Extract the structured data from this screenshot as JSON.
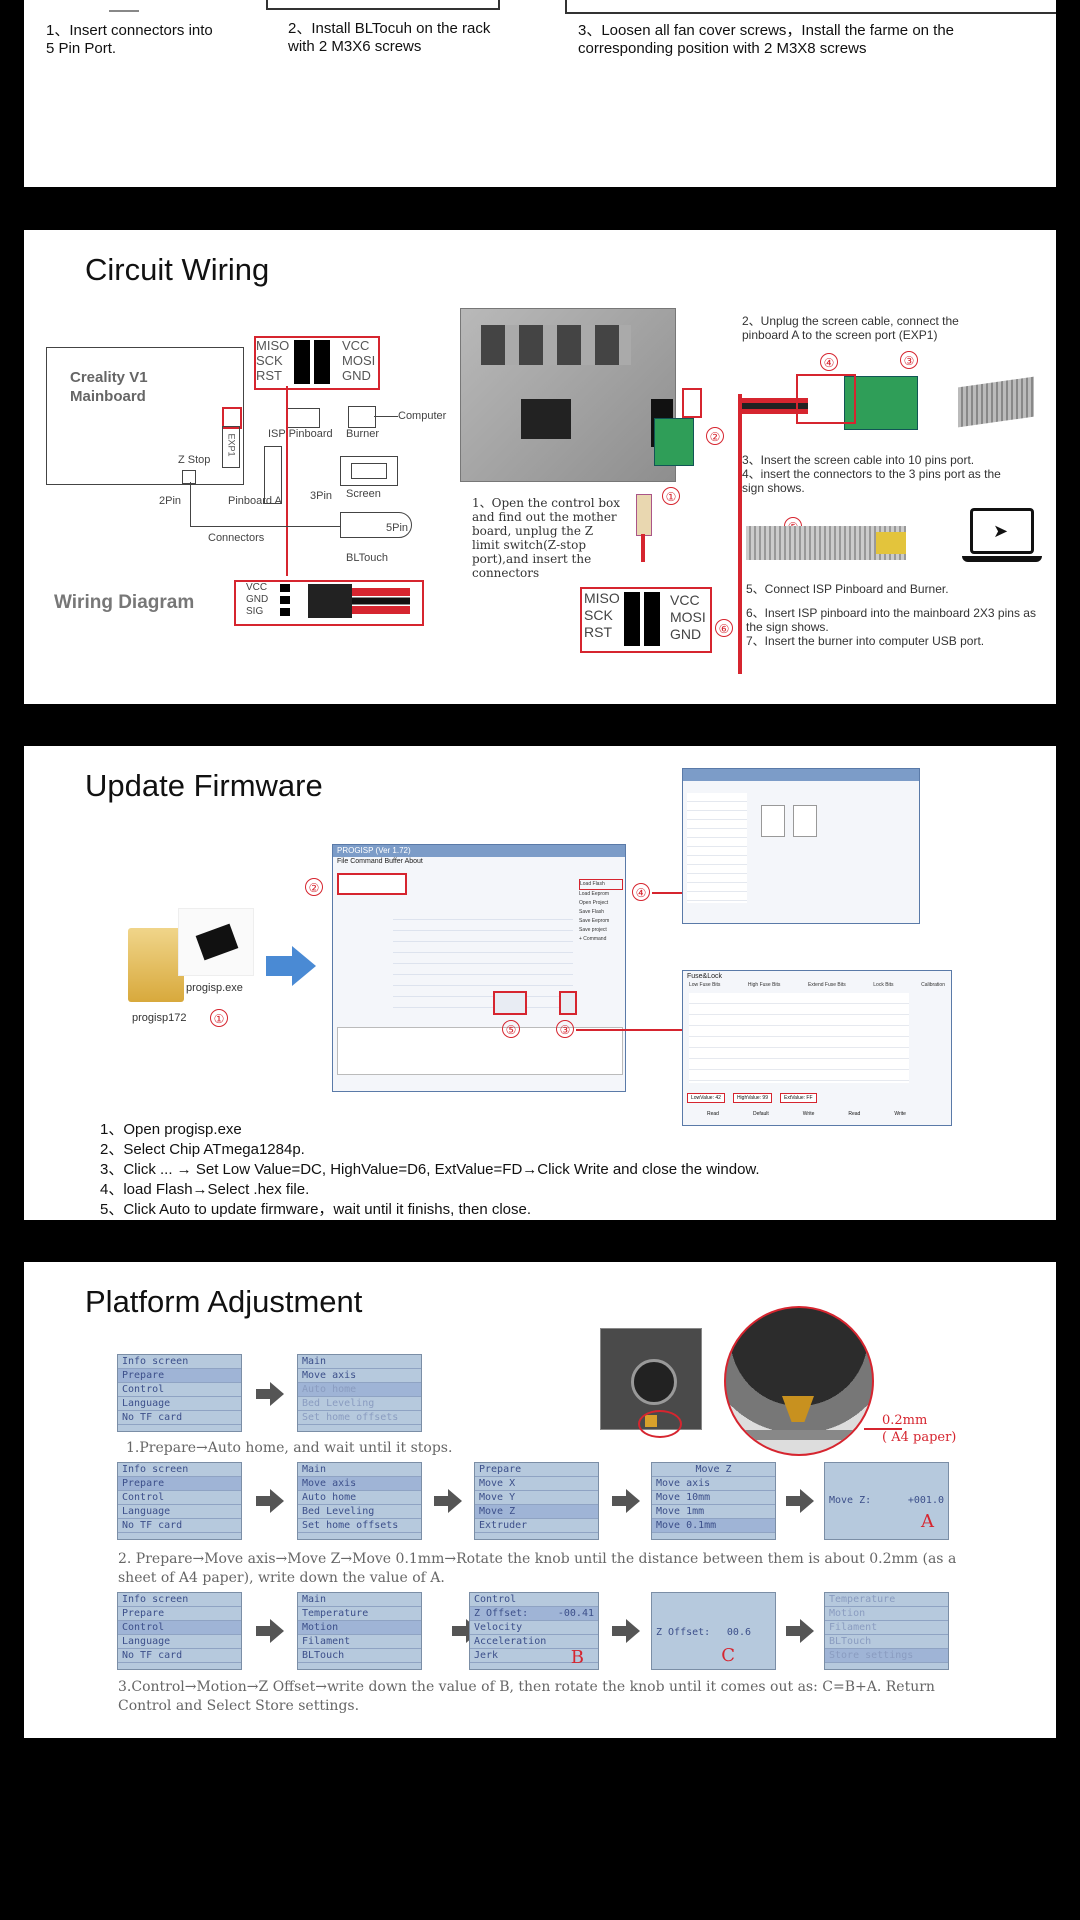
{
  "step1": {
    "s1": "1、Insert connectors into 5 Pin Port.",
    "s2": "2、Install BLTocuh on the rack with 2 M3X6 screws",
    "s3": "3、Loosen all fan cover screws，Install the farme on the corresponding position with  2 M3X8 screws"
  },
  "wiring": {
    "title": "Circuit Wiring",
    "mainboard": "Creality V1 Mainboard",
    "pins_left": [
      "MISO",
      "SCK",
      "RST"
    ],
    "pins_right": [
      "VCC",
      "MOSI",
      "GND"
    ],
    "exp1": "EXP1",
    "isp": "ISP Pinboard",
    "burner": "Burner",
    "computer": "Computer",
    "zstop": "Z Stop",
    "pin2": "2Pin",
    "pinboardA": "Pinboard A",
    "pin3": "3Pin",
    "screen": "Screen",
    "pin5": "5Pin",
    "connectors": "Connectors",
    "bltouch": "BLTouch",
    "diagram_label": "Wiring Diagram",
    "sensor_pins": [
      "VCC",
      "GND",
      "SIG"
    ],
    "note1": "1、Open the control box and find out the mother board, unplug the Z limit switch(Z-stop port),and insert the connectors",
    "note2": "2、Unplug the screen cable, connect the pinboard A to the screen port (EXP1)",
    "note34": "3、Insert the screen cable into 10 pins port.\n4、insert the connectors to the 3 pins port as the sign shows.",
    "note5": "5、Connect ISP Pinboard and Burner.",
    "note67": "6、Insert ISP pinboard into the mainboard 2X3 pins as the sign shows.\n7、Insert the burner into computer USB port.",
    "circles": [
      "①",
      "②",
      "③",
      "④",
      "⑤",
      "⑥"
    ]
  },
  "firmware": {
    "title": "Update Firmware",
    "exe": "progisp.exe",
    "folder": "progisp172",
    "win_title": "PROGISP (Ver 1.72)",
    "menu": "File   Command   Buffer   About",
    "buttons": [
      "Load Flash",
      "Load Eeprom",
      "Open Project",
      "Save Flash",
      "Save Eeprom",
      "Save project",
      "+ Command"
    ],
    "fuse_title": "Fuse&Lock",
    "fuse_headers": [
      "Low Fuse Bits",
      "High Fuse Bits",
      "Extend Fuse Bits",
      "Lock Bits",
      "Calibration"
    ],
    "fuse_values": [
      "LowValue: 42",
      "HighValue: 99",
      "ExtValue: FF"
    ],
    "fuse_btns": [
      "Read",
      "Default",
      "Write",
      "Read",
      "Write"
    ],
    "steps": [
      "1、Open progisp.exe",
      "2、Select Chip ATmega1284p.",
      "3、Click ... → Set Low Value=DC, HighValue=D6, ExtValue=FD→Click Write and close the window.",
      "4、load Flash→Select .hex file.",
      "5、Click Auto to update firmware，wait until it finishs, then close."
    ]
  },
  "platform": {
    "title": "Platform Adjustment",
    "menu_a": [
      "Info screen",
      "Prepare",
      "Control",
      "Language",
      "No TF card"
    ],
    "menu_prep": [
      "Main",
      "Move axis",
      "Auto home",
      "Bed Leveling",
      "Set home offsets"
    ],
    "menu_axis": [
      "Prepare",
      "Move X",
      "Move Y",
      "Move Z",
      "Extruder"
    ],
    "menu_movez_title": "Move Z",
    "menu_movez": [
      "Move axis",
      "Move 10mm",
      "Move 1mm",
      "Move 0.1mm"
    ],
    "movez_label": "Move Z:",
    "movez_value": "+001.0",
    "letter_a": "A",
    "menu_ctrl": [
      "Main",
      "Temperature",
      "Motion",
      "Filament",
      "BLTouch"
    ],
    "menu_motion": [
      "Control",
      "Z Offset:",
      "Velocity",
      "Acceleration",
      "Jerk"
    ],
    "zoffset_val": "-00.41",
    "letter_b": "B",
    "zoffset_label": "Z Offset:",
    "zoffset_new": "00.6",
    "letter_c": "C",
    "menu_store": [
      "Temperature",
      "Motion",
      "Filament",
      "BLTouch",
      "Store settings"
    ],
    "gap_label": "0.2mm\n( A4 paper)",
    "cap1": "1.Prepare→Auto home, and wait until it stops.",
    "cap2": "2. Prepare→Move axis→Move Z→Move 0.1mm→Rotate the knob until the distance between them is about 0.2mm (as a sheet of A4 paper), write down the value of A.",
    "cap3": "3.Control→Motion→Z Offset→write down the value of B, then rotate the knob until it comes out as: C=B+A. Return Control and Select Store settings."
  }
}
